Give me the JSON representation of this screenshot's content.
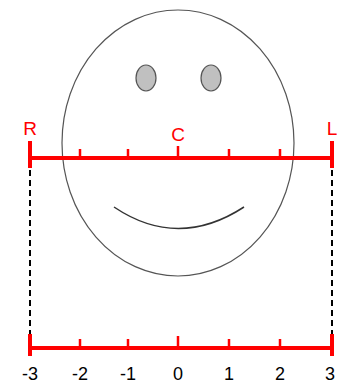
{
  "diagram": {
    "labels": [
      "R",
      "C",
      "L",
      "-3",
      "-2",
      "-1",
      "0",
      "1",
      "2",
      "3"
    ]
  }
}
